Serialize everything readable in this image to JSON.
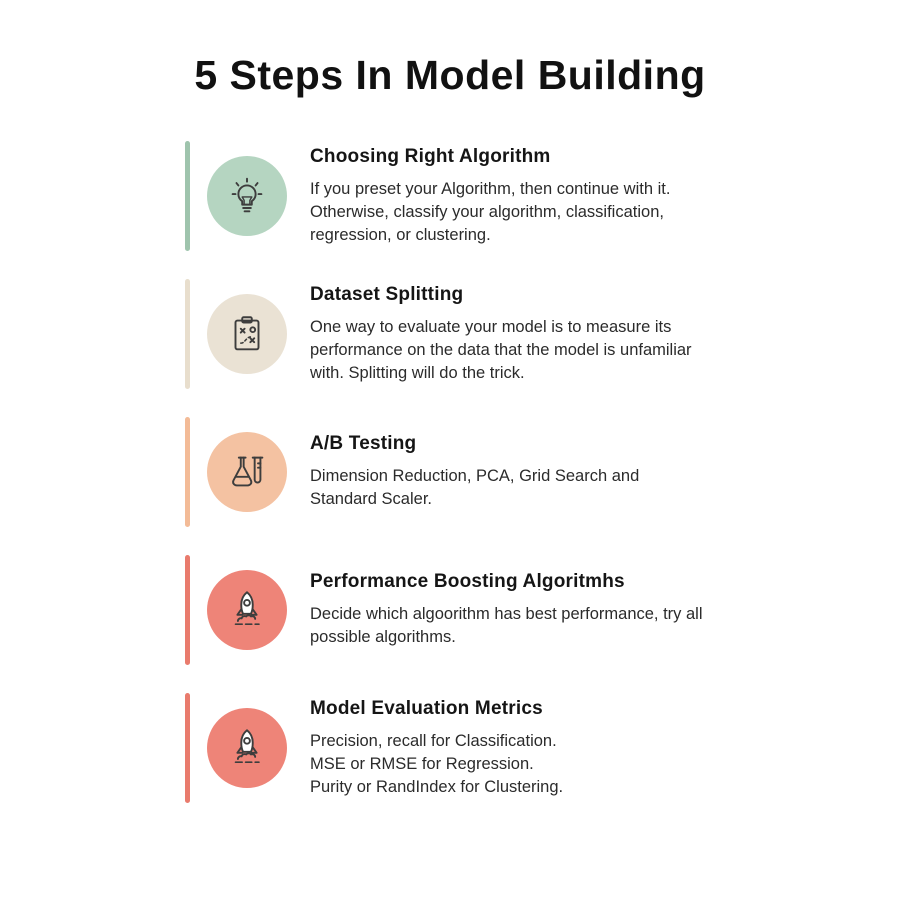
{
  "page": {
    "title": "5 Steps In Model Building",
    "background_color": "#ffffff",
    "title_color": "#111111"
  },
  "steps": [
    {
      "title": "Choosing Right Algorithm",
      "description": "If you preset your Algorithm, then continue with it. Otherwise, classify your algorithm, classification, regression, or clustering.",
      "icon": "lightbulb-icon",
      "bar_color": "#9fc4ad",
      "circle_color": "#b5d5c1",
      "icon_color": "#3d3d3d"
    },
    {
      "title": "Dataset Splitting",
      "description": "One way to evaluate your model is to measure its performance on the data that the model is unfamiliar with. Splitting will do the trick.",
      "icon": "clipboard-strategy-icon",
      "bar_color": "#e8decd",
      "circle_color": "#eae2d4",
      "icon_color": "#3d3d3d"
    },
    {
      "title": "A/B Testing",
      "description": "Dimension Reduction, PCA, Grid Search and Standard Scaler.",
      "icon": "flask-icon",
      "bar_color": "#f3bb97",
      "circle_color": "#f4c2a2",
      "icon_color": "#3d3d3d"
    },
    {
      "title": "Performance Boosting Algoritmhs",
      "description": "Decide which algoorithm has best performance, try all possible algorithms.",
      "icon": "rocket-icon",
      "bar_color": "#e97b6d",
      "circle_color": "#ee8478",
      "icon_color": "#3d3d3d"
    },
    {
      "title": "Model Evaluation Metrics",
      "description": "Precision, recall for Classification.\nMSE or RMSE for Regression.\nPurity or RandIndex for Clustering.",
      "icon": "rocket-icon",
      "bar_color": "#e97b6d",
      "circle_color": "#ee8478",
      "icon_color": "#3d3d3d"
    }
  ]
}
